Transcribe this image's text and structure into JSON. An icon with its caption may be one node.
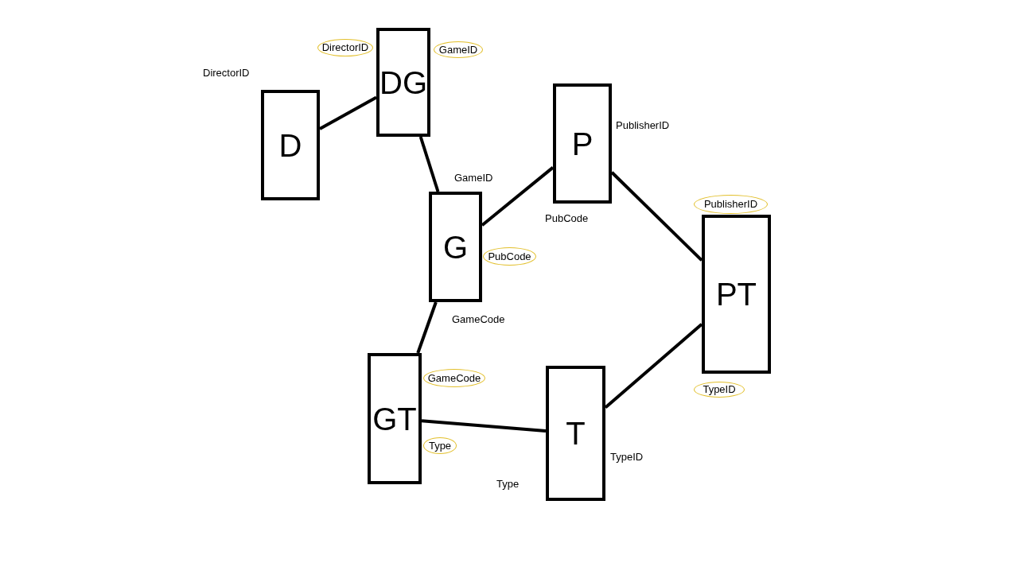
{
  "diagram": {
    "nodes": [
      {
        "text": [
          "DirectorID"
        ]
      },
      {
        "text": [
          "DG"
        ]
      },
      {
        "text": [
          "GameID"
        ]
      },
      {
        "text": [
          "D"
        ]
      },
      {
        "text": [
          "P"
        ]
      },
      {
        "text": [
          "G"
        ]
      },
      {
        "text": [
          "PubCode"
        ]
      },
      {
        "text": [
          "PublisherID"
        ]
      },
      {
        "text": [
          "PT"
        ]
      },
      {
        "text": [
          "GT"
        ]
      },
      {
        "text": [
          "GameCode"
        ]
      },
      {
        "text": [
          "T"
        ]
      },
      {
        "text": [
          "TypeID"
        ]
      },
      {
        "text": [
          "Type"
        ]
      }
    ],
    "edges": [
      {
        "from": 3,
        "to": 1,
        "arrow": "none"
      },
      {
        "from": 1,
        "to": 5,
        "arrow": "none"
      },
      {
        "from": 5,
        "to": 4,
        "arrow": "none"
      },
      {
        "from": 4,
        "to": 8,
        "arrow": "none"
      },
      {
        "from": 5,
        "to": 9,
        "arrow": "none"
      },
      {
        "from": 9,
        "to": 11,
        "arrow": "none"
      },
      {
        "from": 11,
        "to": 8,
        "arrow": "none"
      }
    ],
    "labels": [
      "DirectorID",
      "PublisherID",
      "GameID",
      "PubCode",
      "GameCode",
      "TypeID",
      "Type"
    ]
  }
}
